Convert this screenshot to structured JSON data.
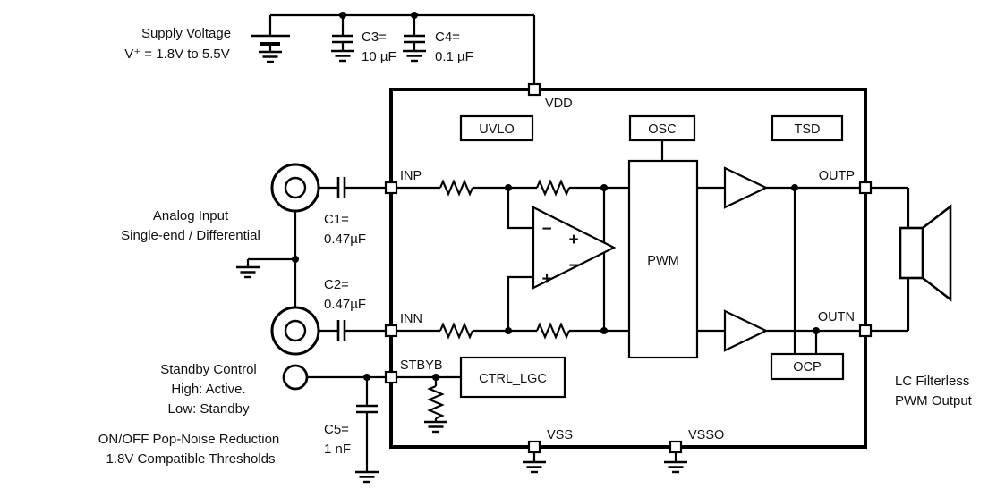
{
  "supply": {
    "title": "Supply Voltage",
    "range": "V⁺ = 1.8V to 5.5V"
  },
  "capacitors": {
    "c3_name": "C3=",
    "c3_value": "10 µF",
    "c4_name": "C4=",
    "c4_value": "0.1 µF",
    "c1_name": "C1=",
    "c1_value": "0.47µF",
    "c2_name": "C2=",
    "c2_value": "0.47µF",
    "c5_name": "C5=",
    "c5_value": "1 nF"
  },
  "pins": {
    "vdd": "VDD",
    "inp": "INP",
    "inn": "INN",
    "stbyb": "STBYB",
    "outp": "OUTP",
    "outn": "OUTN",
    "vss": "VSS",
    "vsso": "VSSO"
  },
  "blocks": {
    "uvlo": "UVLO",
    "osc": "OSC",
    "tsd": "TSD",
    "pwm": "PWM",
    "ctrl_lgc": "CTRL_LGC",
    "ocp": "OCP"
  },
  "opamp": {
    "input_top": "−",
    "output_top": "+",
    "input_bottom": "+",
    "output_bottom": "−"
  },
  "annotations": {
    "analog_input_1": "Analog Input",
    "analog_input_2": "Single-end / Differential",
    "standby_1": "Standby Control",
    "standby_2": "High: Active.",
    "standby_3": "Low: Standby",
    "note_1": "ON/OFF Pop-Noise Reduction",
    "note_2": "1.8V Compatible Thresholds",
    "output_1": "LC Filterless",
    "output_2": "PWM Output"
  },
  "colors": {
    "wire": "#000000",
    "background": "#ffffff",
    "text": "#111111"
  }
}
